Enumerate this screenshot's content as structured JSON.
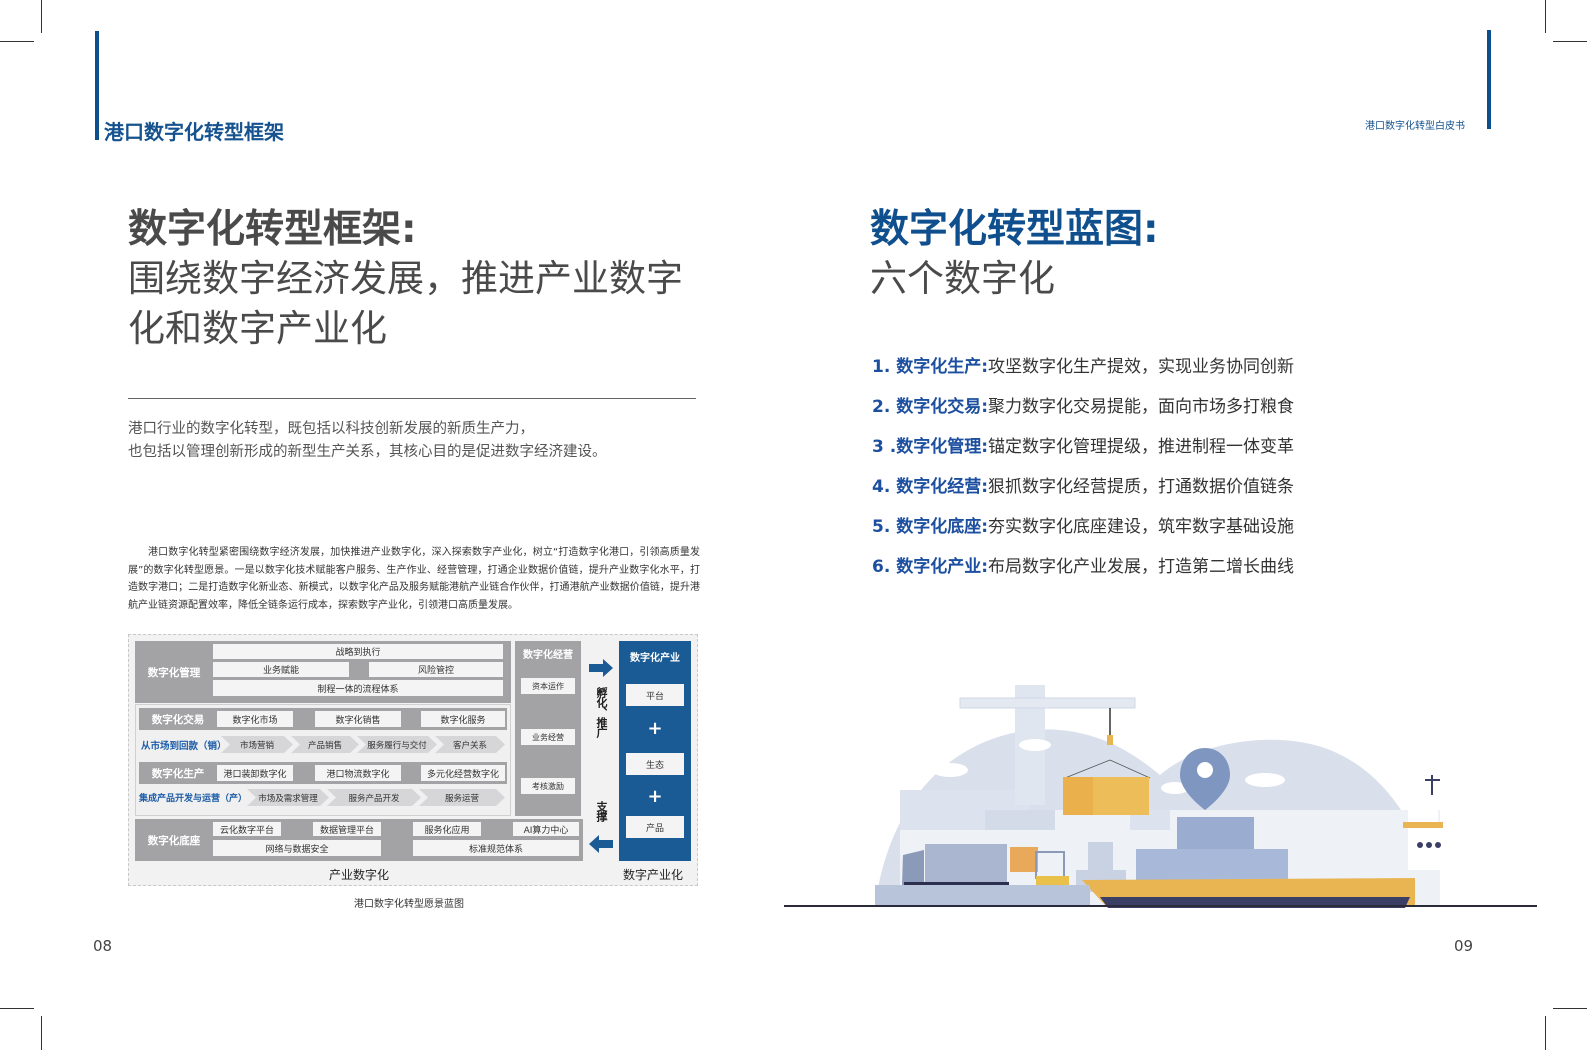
{
  "header": {
    "left_title": "港口数字化转型框架",
    "right_title": "港口数字化转型白皮书"
  },
  "left_page": {
    "title_bold": "数字化转型框架:",
    "title_light": "围绕数字经济发展，推进产业数字化和数字产业化",
    "intro_lines": [
      "港口行业的数字化转型，既包括以科技创新发展的新质生产力，",
      "也包括以管理创新形成的新型生产关系，其核心目的是促进数字经济建设。"
    ],
    "body": "港口数字化转型紧密围绕数字经济发展，加快推进产业数字化，深入探索数字产业化，树立“打造数字化港口，引领高质量发展”的数字化转型愿景。一是以数字化技术赋能客户服务、生产作业、经营管理，打通企业数据价值链，提升产业数字化水平，打造数字港口；二是打造数字化新业态、新模式，以数字化产品及服务赋能港航产业链合作伙伴，打通港航产业数据价值链，提升港航产业链资源配置效率，降低全链条运行成本，探索数字产业化，引领港口高质量发展。",
    "page_number": "08"
  },
  "diagram": {
    "management": {
      "label": "数字化管理",
      "row1": "战略到执行",
      "row2a": "业务赋能",
      "row2b": "风险管控",
      "row3": "制程一体的流程体系"
    },
    "trade": {
      "label": "数字化交易",
      "cells": [
        "数字化市场",
        "数字化销售",
        "数字化服务"
      ],
      "flow_label": "从市场到回款（销）",
      "flow": [
        "市场营销",
        "产品销售",
        "服务履行与交付",
        "客户关系"
      ]
    },
    "production": {
      "label": "数字化生产",
      "cells": [
        "港口装卸数字化",
        "港口物流数字化",
        "多元化经营数字化"
      ],
      "flow_label": "集成产品开发与运营（产）",
      "flow": [
        "市场及需求管理",
        "服务产品开发",
        "服务运营"
      ]
    },
    "base": {
      "label": "数字化底座",
      "row1": [
        "云化数字平台",
        "数据管理平台",
        "服务化应用",
        "AI算力中心"
      ],
      "row2": [
        "网络与数据安全",
        "标准规范体系"
      ]
    },
    "operation": {
      "label": "数字化经营",
      "items": [
        "资本运作",
        "业务经营",
        "考核激励"
      ]
    },
    "arrows": {
      "incubate": "孵化、推广",
      "support": "支撑"
    },
    "industry": {
      "label": "数字化产业",
      "items": [
        "平台",
        "生态",
        "产品"
      ],
      "plus": "+"
    },
    "footer_left": "产业数字化",
    "footer_right": "数字产业化",
    "caption": "港口数字化转型愿景蓝图",
    "colors": {
      "grey": "#a3a3a5",
      "blue": "#1a5a95",
      "light": "#f4f4f4"
    }
  },
  "right_page": {
    "title_bold": "数字化转型蓝图:",
    "title_light": "六个数字化",
    "items": [
      {
        "key": "1. 数字化生产:",
        "text": "攻坚数字化生产提效，实现业务协同创新"
      },
      {
        "key": "2. 数字化交易:",
        "text": "聚力数字化交易提能，面向市场多打粮食"
      },
      {
        "key": "3 .数字化管理:",
        "text": "锚定数字化管理提级，推进制程一体变革"
      },
      {
        "key": "4. 数字化经营:",
        "text": "狠抓数字化经营提质，打通数据价值链条"
      },
      {
        "key": "5. 数字化底座:",
        "text": "夯实数字化底座建设，筑牢数字基础设施"
      },
      {
        "key": "6. 数字化产业:",
        "text": "布局数字化产业发展，打造第二增长曲线"
      }
    ],
    "page_number": "09"
  },
  "colors": {
    "brand_blue": "#0f4f8e",
    "list_blue": "#1d4fa0",
    "text_grey": "#4a4a4a",
    "container_yellow": "#e8b552"
  }
}
